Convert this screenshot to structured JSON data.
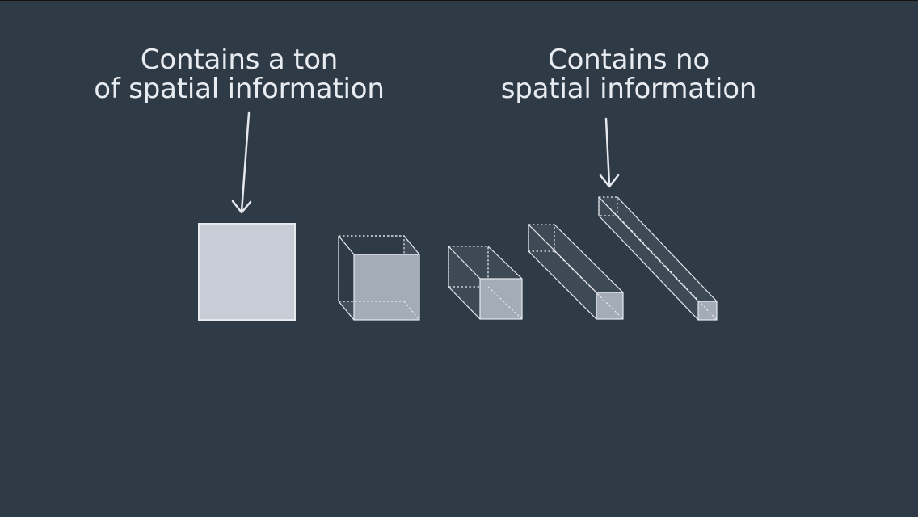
{
  "labels": {
    "left": {
      "line1": "Contains a ton",
      "line2": "of spatial information"
    },
    "right": {
      "line1": "Contains no",
      "line2": "spatial information"
    }
  },
  "colors": {
    "background": "#2f3a47",
    "stroke": "#e6e9ee",
    "face_light": "#c7cdd6",
    "face_mid": "#a4acb7",
    "text": "#e8ecf0"
  }
}
